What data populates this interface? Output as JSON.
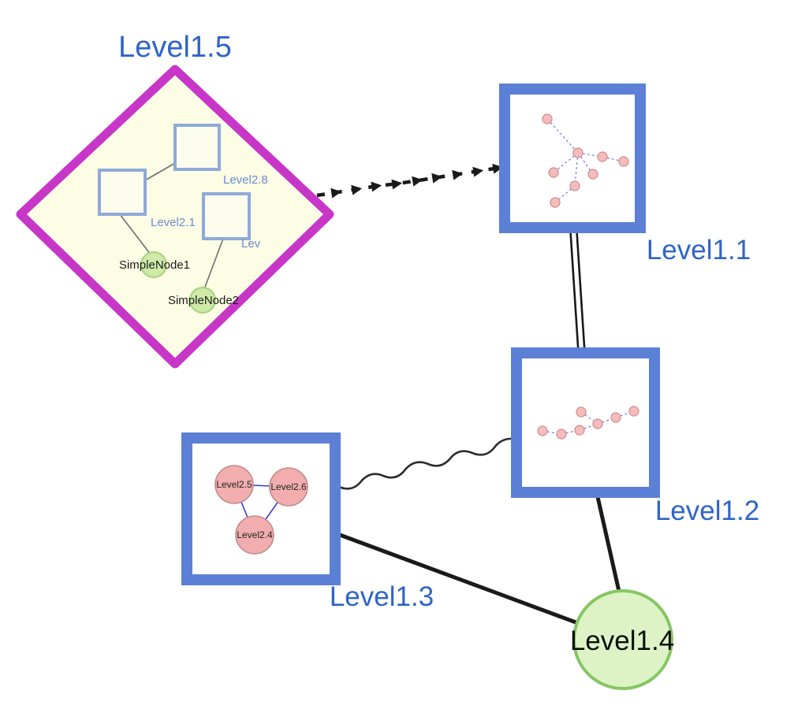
{
  "diagram": {
    "nodes": {
      "level1_1": {
        "label": "Level1.1",
        "shape": "square-group"
      },
      "level1_2": {
        "label": "Level1.2",
        "shape": "square-group"
      },
      "level1_3": {
        "label": "Level1.3",
        "shape": "square-group"
      },
      "level1_4": {
        "label": "Level1.4",
        "shape": "circle"
      },
      "level1_5": {
        "label": "Level1.5",
        "shape": "diamond-group"
      },
      "level2_8": {
        "label": "Level2.8",
        "shape": "square",
        "parent": "Level1.5"
      },
      "level2_1": {
        "label": "Level2.1",
        "shape": "square",
        "parent": "Level1.5"
      },
      "level2_trunc": {
        "label": "Lev",
        "shape": "square",
        "parent": "Level1.5"
      },
      "simple_node1": {
        "label": "SimpleNode1",
        "shape": "circle",
        "parent": "Level1.5"
      },
      "simple_node2": {
        "label": "SimpleNode2",
        "shape": "circle",
        "parent": "Level1.5"
      },
      "level2_5": {
        "label": "Level2.5",
        "shape": "circle",
        "parent": "Level1.3"
      },
      "level2_6": {
        "label": "Level2.6",
        "shape": "circle",
        "parent": "Level1.3"
      },
      "level2_4": {
        "label": "Level2.4",
        "shape": "circle",
        "parent": "Level1.3"
      }
    },
    "edges": [
      {
        "from": "Level1.5",
        "to": "Level1.1",
        "style": "thick-dashed-arrow"
      },
      {
        "from": "Level1.1",
        "to": "Level1.2",
        "style": "double-line"
      },
      {
        "from": "Level1.3",
        "to": "Level1.2",
        "style": "wavy"
      },
      {
        "from": "Level1.3",
        "to": "Level1.4",
        "style": "solid"
      },
      {
        "from": "Level1.2",
        "to": "Level1.4",
        "style": "solid"
      },
      {
        "from": "Level2.1",
        "to": "Level2.8",
        "style": "solid",
        "inside": "Level1.5"
      },
      {
        "from": "Level2.1",
        "to": "SimpleNode1",
        "style": "solid",
        "inside": "Level1.5"
      },
      {
        "from": "Lev",
        "to": "SimpleNode2",
        "style": "solid",
        "inside": "Level1.5"
      },
      {
        "from": "Level2.5",
        "to": "Level2.6",
        "style": "solid",
        "inside": "Level1.3"
      },
      {
        "from": "Level2.5",
        "to": "Level2.4",
        "style": "solid",
        "inside": "Level1.3"
      },
      {
        "from": "Level2.6",
        "to": "Level2.4",
        "style": "solid",
        "inside": "Level1.3"
      }
    ],
    "colors": {
      "label_blue": "#2F64C8",
      "magenta_border": "#C836C8",
      "group_fill_yellow": "#FCFDE4",
      "blue_node_border": "#5B80D6",
      "green_fill": "#DDF3C6",
      "green_border": "#86C663",
      "pink_fill": "#F2AEAE",
      "pink_border": "#C98888",
      "edge_black": "#1A1A1A",
      "inner_edge_blue": "#4444CC"
    }
  }
}
